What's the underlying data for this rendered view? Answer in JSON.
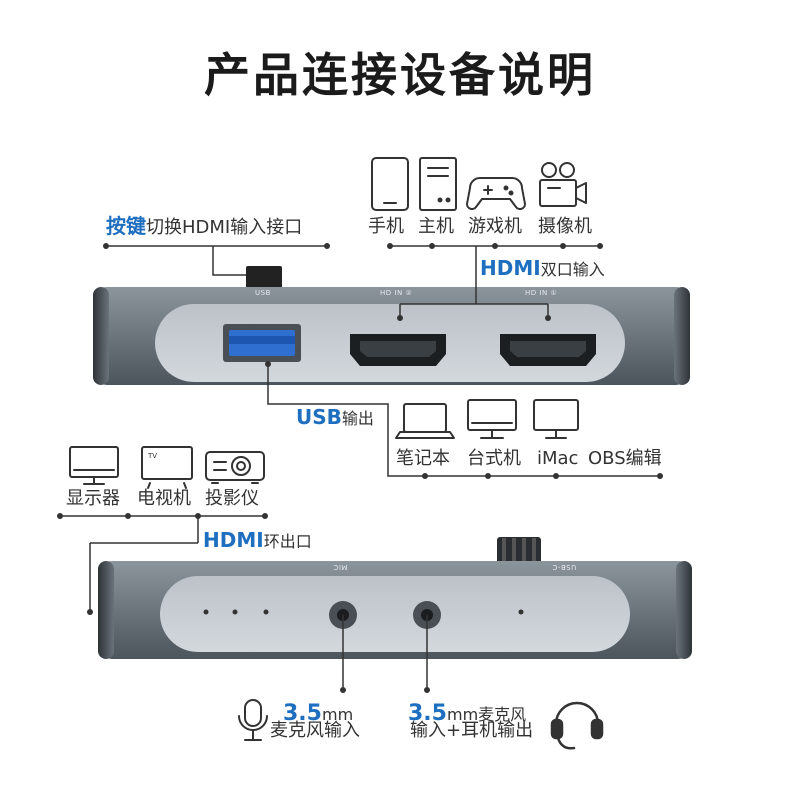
{
  "title": "产品连接设备说明",
  "button_note": {
    "highlight": "按键",
    "rest": "切换HDMI输入接口"
  },
  "input_devices": [
    "手机",
    "主机",
    "游戏机",
    "摄像机"
  ],
  "hdmi_input": {
    "highlight": "HDMI",
    "rest": "双口输入"
  },
  "port_labels": {
    "usb": "USB",
    "hd_in_2": "HD IN ②",
    "hd_in_1": "HD IN ①",
    "mic": "MIC",
    "usb_c": "USB-C"
  },
  "usb_output": {
    "highlight": "USB",
    "rest": "输出"
  },
  "output_devices": [
    "笔记本",
    "台式机",
    "iMac",
    "OBS编辑"
  ],
  "display_devices": [
    "显示器",
    "电视机",
    "投影仪"
  ],
  "hdmi_loop": {
    "highlight": "HDMI",
    "rest": "环出口"
  },
  "mic_in": {
    "value": "3.5",
    "unit": "mm",
    "desc": "麦克风输入"
  },
  "headset": {
    "value": "3.5",
    "unit": "mm麦克风",
    "desc": "输入+耳机输出"
  },
  "icons": [
    "button-icon",
    "phone-icon",
    "desktop-tower-icon",
    "gamepad-icon",
    "camera-icon",
    "laptop-icon",
    "monitor-icon",
    "imac-icon",
    "display-icon",
    "tv-icon",
    "projector-icon",
    "microphone-icon",
    "headset-icon"
  ],
  "colors": {
    "accent": "#1f6fc0",
    "device_body": "#6f7880",
    "panel": "#c6ccd2",
    "usb_port": "#2f6fd0"
  }
}
